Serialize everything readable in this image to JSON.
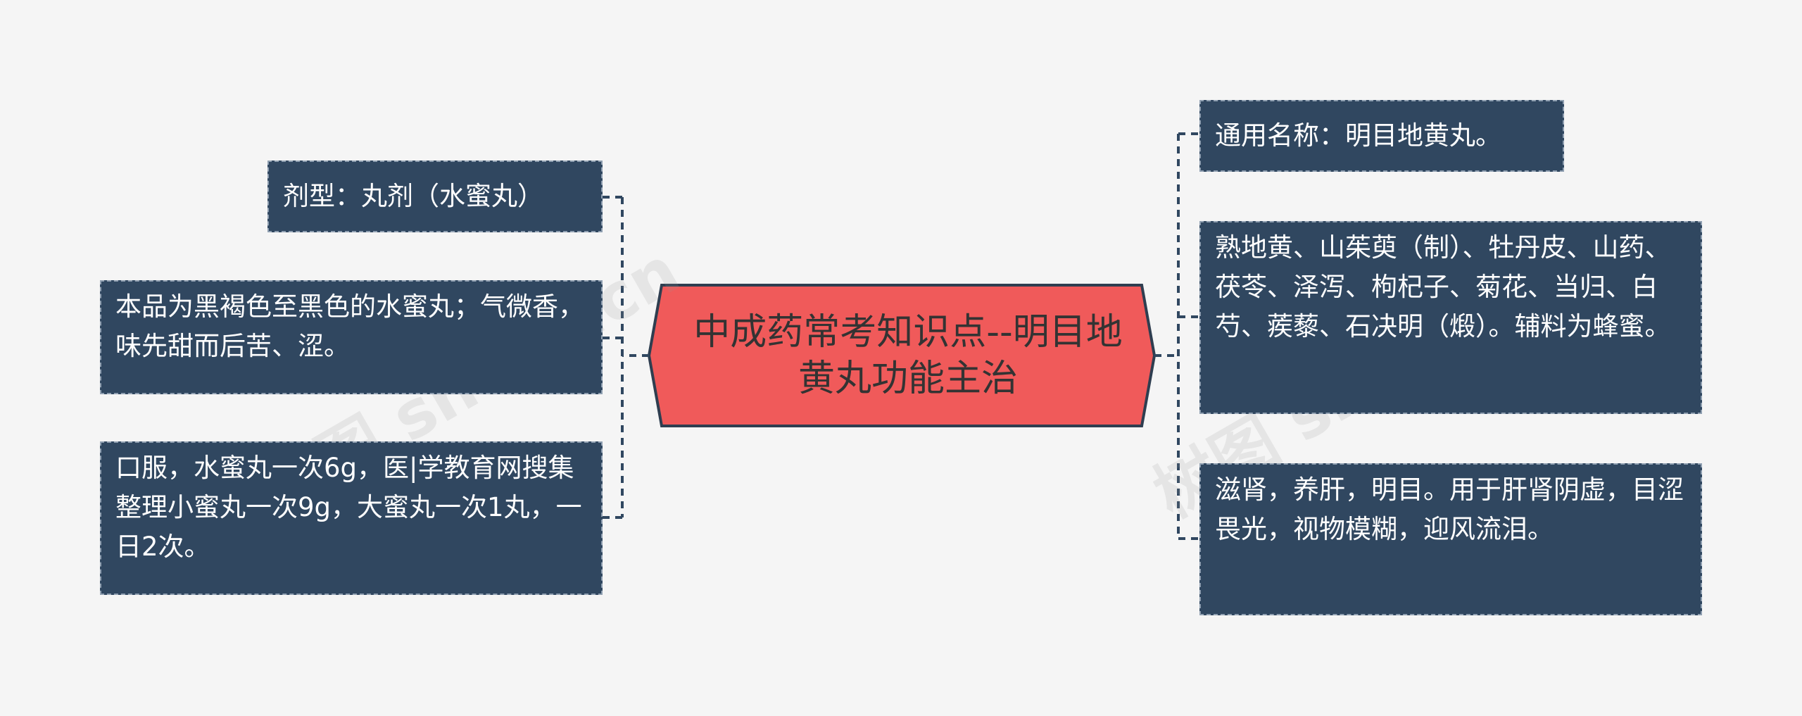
{
  "center": {
    "title": "中成药常考知识点--明目地黄丸功能主治"
  },
  "left_nodes": [
    {
      "text": "剂型：丸剂（水蜜丸）"
    },
    {
      "text": "本品为黑褐色至黑色的水蜜丸；气微香，味先甜而后苦、涩。"
    },
    {
      "text": "口服，水蜜丸一次6g，医|学教育网搜集整理小蜜丸一次9g，大蜜丸一次1丸，一日2次。"
    }
  ],
  "right_nodes": [
    {
      "text": "通用名称：明目地黄丸。"
    },
    {
      "text": "熟地黄、山茱萸（制）、牡丹皮、山药、茯苓、泽泻、枸杞子、菊花、当归、白芍、蒺藜、石决明（煅）。辅料为蜂蜜。"
    },
    {
      "text": "滋肾，养肝，明目。用于肝肾阴虚，目涩畏光，视物模糊，迎风流泪。"
    }
  ],
  "colors": {
    "center_fill": "#f05a5a",
    "center_border": "#2f3e50",
    "node_fill": "#304760",
    "node_border": "#8f9fb1",
    "connector": "#304760",
    "background": "#f5f5f5"
  },
  "watermark": {
    "text_1": "树图 shutu.cn",
    "text_2": "树图 shutu.cn"
  }
}
